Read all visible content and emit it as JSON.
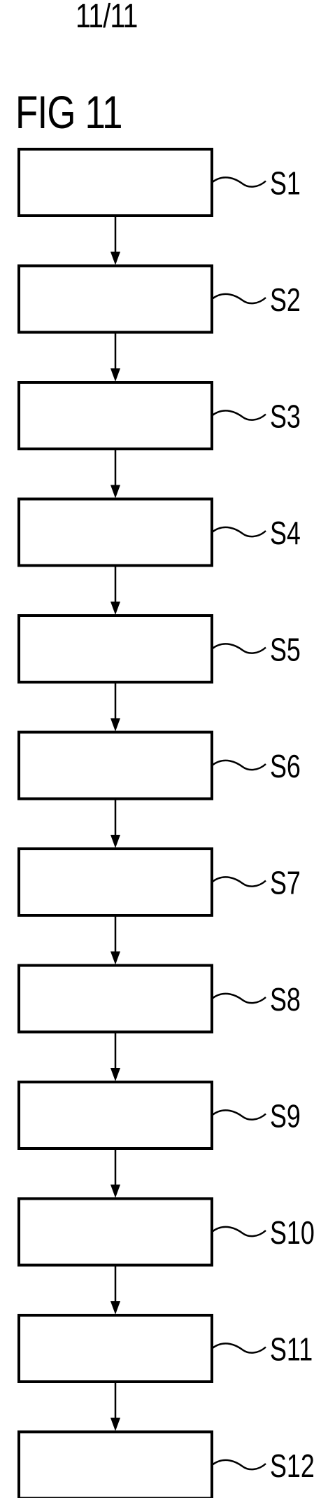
{
  "header": {
    "sheet_number": "11/11"
  },
  "figure": {
    "title": "FIG 11",
    "steps": [
      {
        "label": "S1"
      },
      {
        "label": "S2"
      },
      {
        "label": "S3"
      },
      {
        "label": "S4"
      },
      {
        "label": "S5"
      },
      {
        "label": "S6"
      },
      {
        "label": "S7"
      },
      {
        "label": "S8"
      },
      {
        "label": "S9"
      },
      {
        "label": "S10"
      },
      {
        "label": "S11"
      },
      {
        "label": "S12"
      }
    ]
  }
}
